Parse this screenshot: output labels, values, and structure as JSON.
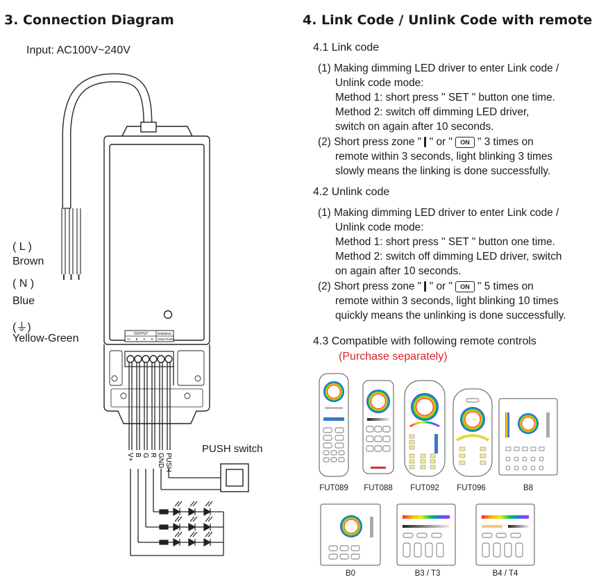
{
  "left": {
    "title": "3. Connection Diagram",
    "input_label": "Input: AC100V~240V",
    "wires": [
      {
        "symbol": "( L )",
        "color": "Brown"
      },
      {
        "symbol": "( N )",
        "color": "Blue"
      },
      {
        "symbol": "(⏚)",
        "color": "Yellow-Green"
      }
    ],
    "push_switch": "PUSH switch",
    "terminal_labels": [
      "V+",
      "B",
      "G",
      "R",
      "GND",
      "PUSH"
    ],
    "panel_output": "OUTPUT",
    "panel_dimming": "DIMMING",
    "panel_pins": [
      "V+",
      "B",
      "G",
      "R",
      "GND",
      "PUSH"
    ]
  },
  "right": {
    "title": "4. Link Code / Unlink Code with remote",
    "link": {
      "heading": "4.1 Link code",
      "s1": "(1) Making dimming LED driver to enter Link code /",
      "s1b": "Unlink code mode:",
      "m1": "Method 1: short press \" SET \" button one time.",
      "m2a": "Method 2: switch off dimming LED driver,",
      "m2b": "switch on again after 10 seconds.",
      "s2a_pre": "(2) Short press zone \"",
      "s2a_mid": "\" or \"",
      "s2a_on": "ON",
      "s2a_post": "\" 3 times on",
      "s2b": "remote within 3 seconds, light blinking 3 times",
      "s2c": "slowly means the linking is done successfully."
    },
    "unlink": {
      "heading": "4.2 Unlink code",
      "s1": "(1) Making dimming LED driver to enter Link code /",
      "s1b": "Unlink code mode:",
      "m1": "Method 1: short press \" SET \" button one time.",
      "m2a": "Method 2: switch off dimming LED driver,  switch",
      "m2b": "on again after 10 seconds.",
      "s2a_pre": "(2) Short press zone \"",
      "s2a_mid": "\" or \"",
      "s2a_on": "ON",
      "s2a_post": "\" 5 times on",
      "s2b": "remote within 3 seconds, light blinking 10 times",
      "s2c": "quickly means the unlinking is done successfully."
    },
    "compatible": {
      "heading": "4.3 Compatible with following remote controls",
      "note": "(Purchase separately)",
      "remotes_row1": [
        "FUT089",
        "FUT088",
        "FUT092",
        "FUT096",
        "B8"
      ],
      "remotes_row2": [
        "B0",
        "B3 / T3",
        "B4 / T4"
      ]
    },
    "accent_color": "#d8232a"
  }
}
